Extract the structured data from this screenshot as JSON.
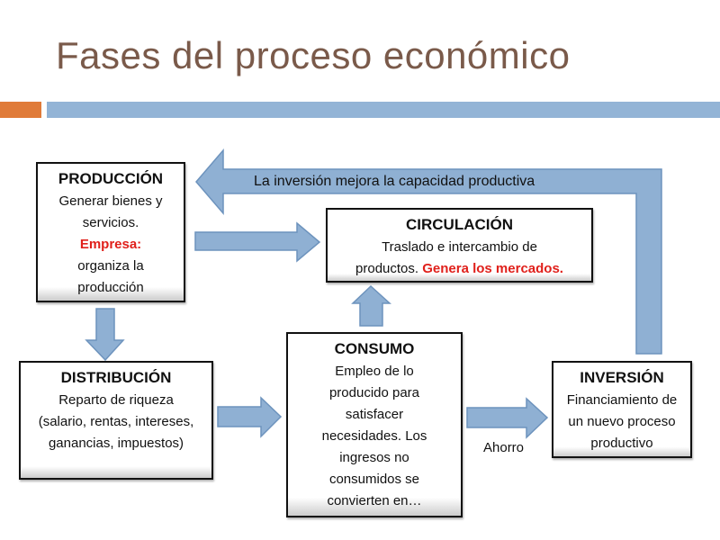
{
  "title": "Fases del proceso económico",
  "arrow_label_top": "La inversión mejora la capacidad productiva",
  "arrow_label_ahorro": "Ahorro",
  "boxes": {
    "produccion": {
      "heading": "PRODUCCIÓN",
      "text1": "Generar bienes y servicios.",
      "highlight": "Empresa:",
      "text2": "organiza la producción"
    },
    "circulacion": {
      "heading": "CIRCULACIÓN",
      "text1": "Traslado e intercambio de productos.",
      "highlight": "Genera los mercados."
    },
    "distribucion": {
      "heading": "DISTRIBUCIÓN",
      "text1": "Reparto de riqueza (salario, rentas, intereses, ganancias, impuestos)"
    },
    "consumo": {
      "heading": "CONSUMO",
      "text1": "Empleo de lo producido para satisfacer necesidades. Los ingresos no consumidos se convierten en…"
    },
    "inversion": {
      "heading": "INVERSIÓN",
      "text1": "Financiamiento de un nuevo proceso productivo"
    }
  },
  "colors": {
    "accent_orange": "#e07b39",
    "accent_blue": "#93b4d6",
    "arrow_fill": "#8fb0d3",
    "highlight_red": "#e0201b"
  }
}
